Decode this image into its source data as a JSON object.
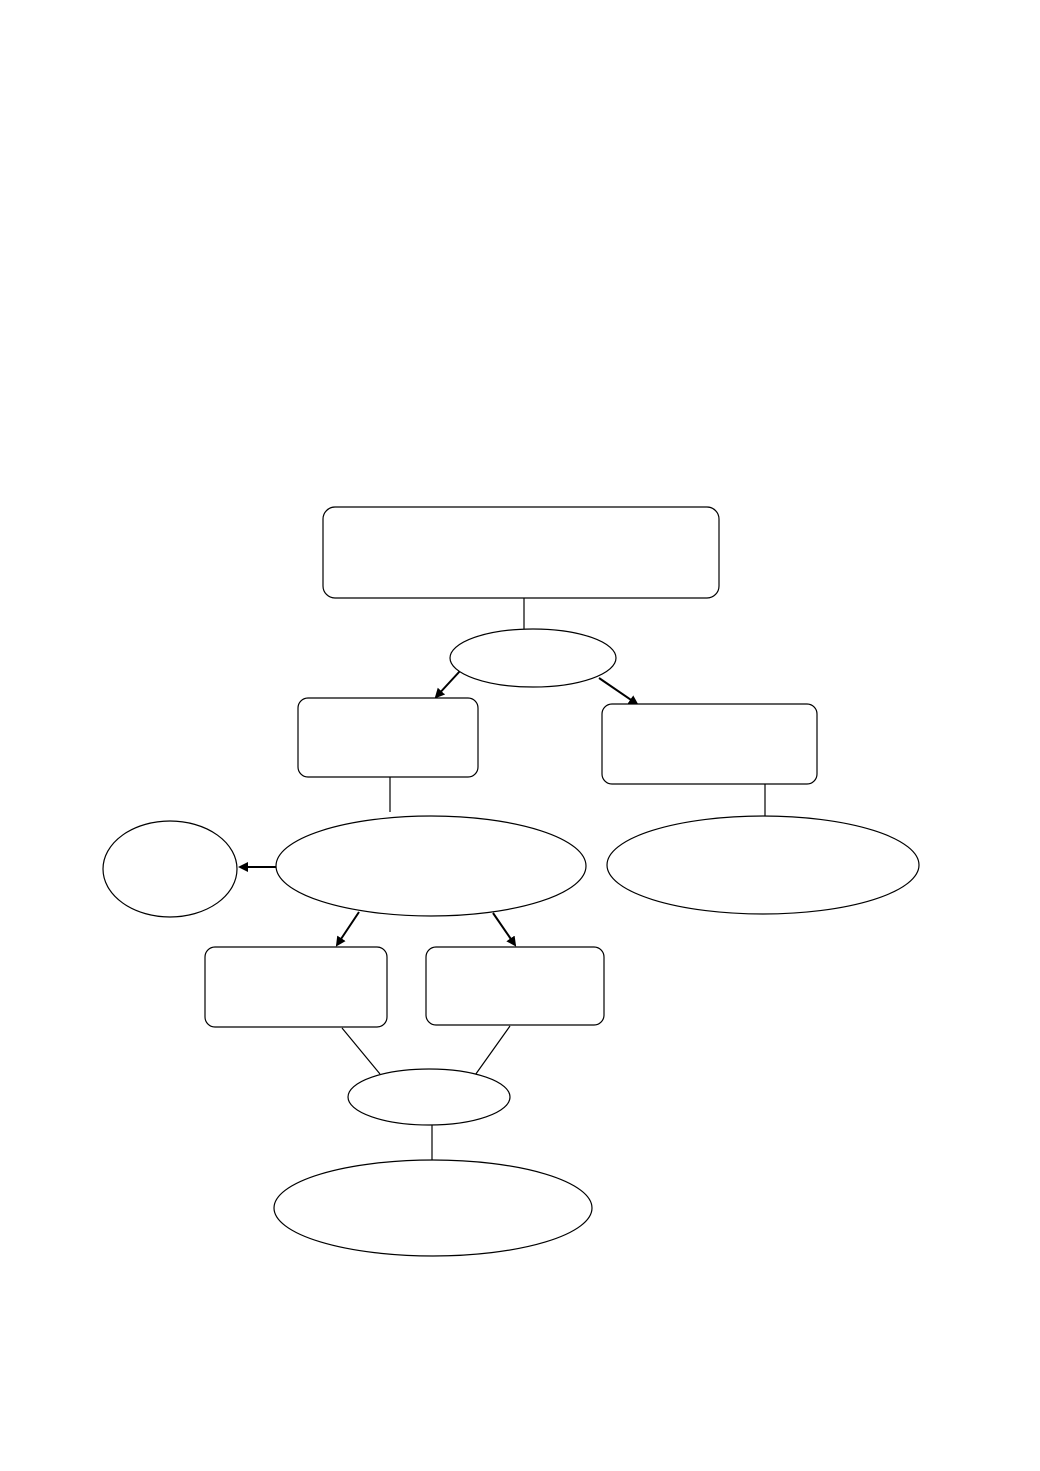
{
  "diagram": {
    "colors": {
      "stroke": "#000000",
      "fill": "#ffffff",
      "background": "#ffffff"
    },
    "nodes": [
      {
        "id": "top-box",
        "shape": "rounded-rectangle",
        "label": ""
      },
      {
        "id": "ellipse-1",
        "shape": "ellipse",
        "label": ""
      },
      {
        "id": "left-box-1",
        "shape": "rounded-rectangle",
        "label": ""
      },
      {
        "id": "right-box-1",
        "shape": "rounded-rectangle",
        "label": ""
      },
      {
        "id": "large-ellipse-left",
        "shape": "ellipse",
        "label": ""
      },
      {
        "id": "small-circle-left",
        "shape": "ellipse",
        "label": ""
      },
      {
        "id": "large-ellipse-right",
        "shape": "ellipse",
        "label": ""
      },
      {
        "id": "bottom-box-left",
        "shape": "rounded-rectangle",
        "label": ""
      },
      {
        "id": "bottom-box-right",
        "shape": "rounded-rectangle",
        "label": ""
      },
      {
        "id": "small-ellipse-bottom",
        "shape": "ellipse",
        "label": ""
      },
      {
        "id": "bottom-ellipse",
        "shape": "ellipse",
        "label": ""
      }
    ],
    "edges": [
      {
        "from": "top-box",
        "to": "ellipse-1",
        "type": "line"
      },
      {
        "from": "ellipse-1",
        "to": "left-box-1",
        "type": "arrow"
      },
      {
        "from": "ellipse-1",
        "to": "right-box-1",
        "type": "arrow"
      },
      {
        "from": "left-box-1",
        "to": "large-ellipse-left",
        "type": "line"
      },
      {
        "from": "right-box-1",
        "to": "large-ellipse-right",
        "type": "line"
      },
      {
        "from": "large-ellipse-left",
        "to": "small-circle-left",
        "type": "arrow"
      },
      {
        "from": "large-ellipse-left",
        "to": "bottom-box-left",
        "type": "arrow"
      },
      {
        "from": "large-ellipse-left",
        "to": "bottom-box-right",
        "type": "arrow"
      },
      {
        "from": "bottom-box-left",
        "to": "small-ellipse-bottom",
        "type": "line"
      },
      {
        "from": "bottom-box-right",
        "to": "small-ellipse-bottom",
        "type": "line"
      },
      {
        "from": "small-ellipse-bottom",
        "to": "bottom-ellipse",
        "type": "line"
      }
    ]
  }
}
